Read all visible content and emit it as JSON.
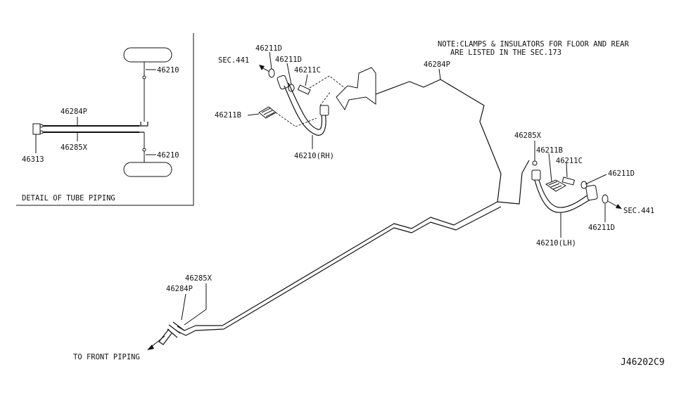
{
  "detail": {
    "caption": "DETAIL OF TUBE PIPING",
    "labels": {
      "hose_upper": "46210",
      "hose_lower": "46210",
      "tube_p": "46284P",
      "tube_x": "46285X",
      "connector": "46313"
    }
  },
  "note": {
    "line1": "NOTE:CLAMPS & INSULATORS FOR FLOOR AND REAR",
    "line2": "ARE LISTED IN THE SEC.173"
  },
  "rh": {
    "sec_ref": "SEC.441",
    "washer_outer": "46211D",
    "washer_inner": "46211D",
    "bolt": "46211C",
    "clip": "46211B",
    "hose": "46210(RH)"
  },
  "main": {
    "tube_top": "46284P"
  },
  "lh": {
    "tube_end": "46285X",
    "clip": "46211B",
    "bolt": "46211C",
    "washer_top": "46211D",
    "sec_ref": "SEC.441",
    "washer_bottom": "46211D",
    "hose": "46210(LH)"
  },
  "front": {
    "tube_x": "46285X",
    "tube_p": "46284P",
    "to_front": "TO FRONT PIPING"
  },
  "diagram_id": "J46202C9"
}
